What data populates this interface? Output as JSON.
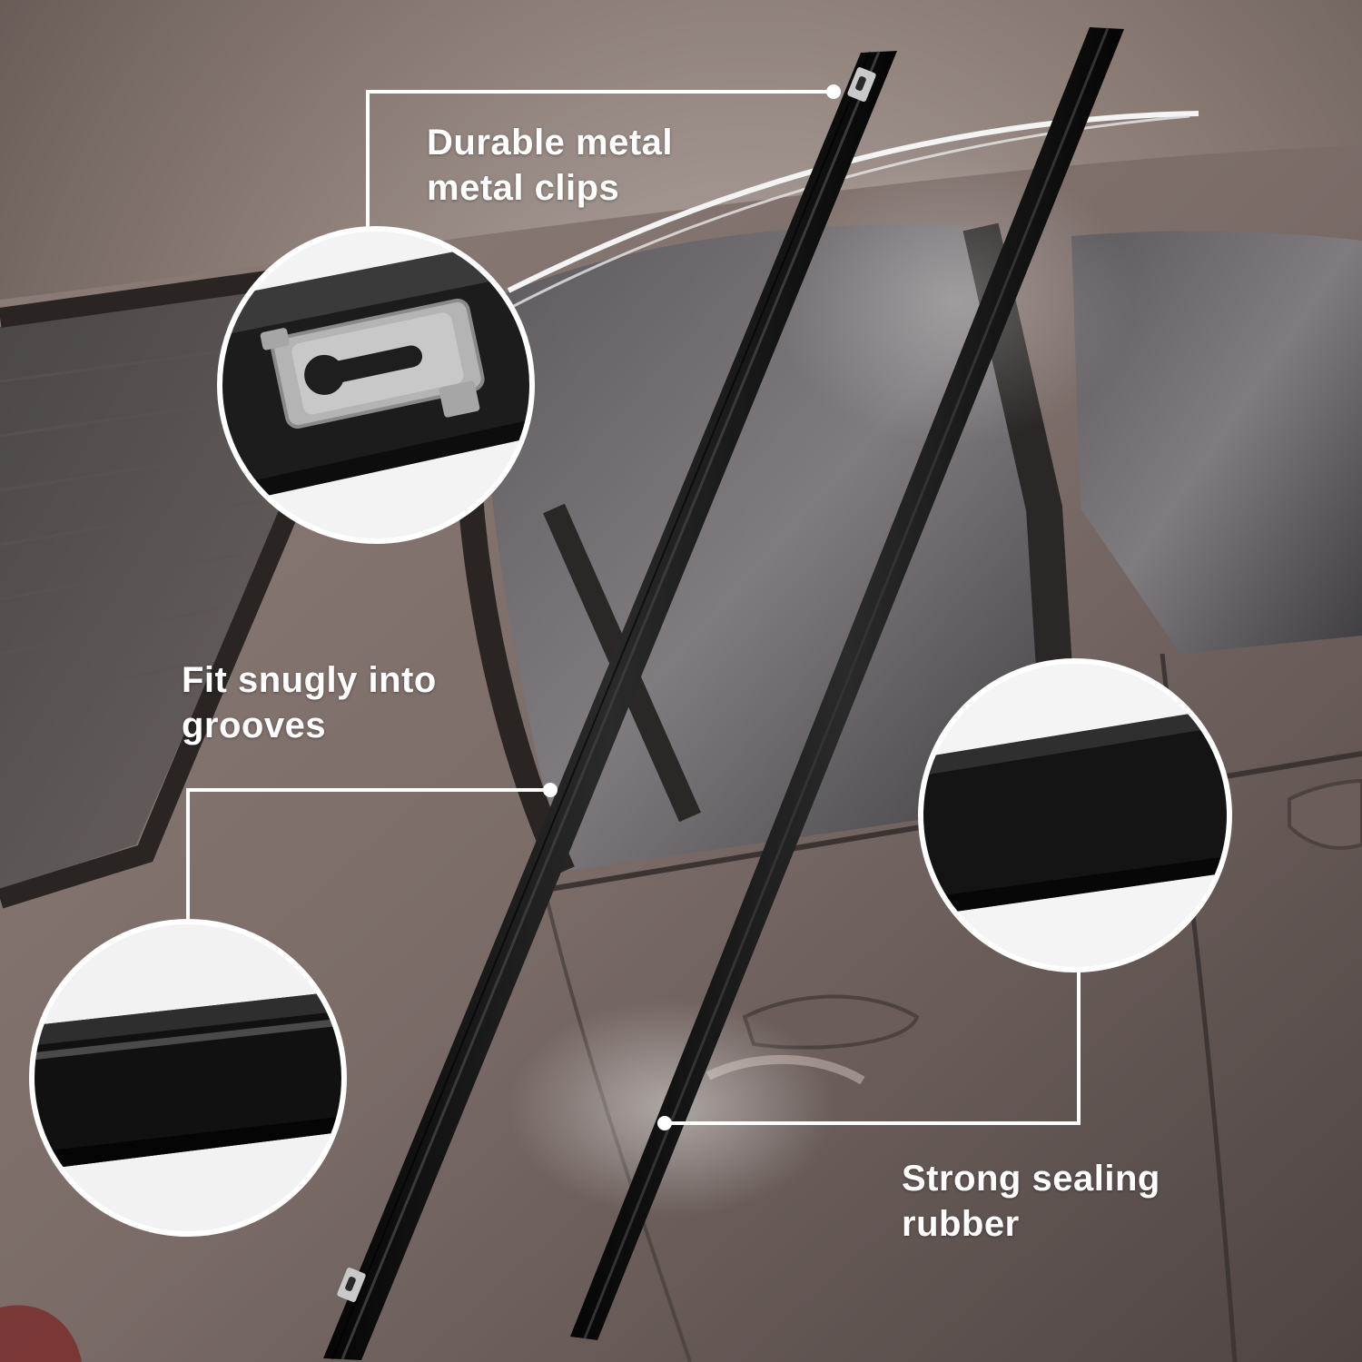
{
  "features": {
    "clips": {
      "line1": "Durable metal",
      "line2": "metal clips"
    },
    "grooves": {
      "line1": "Fit snugly into",
      "line2": "grooves"
    },
    "sealing": {
      "line1": "Strong sealing",
      "line2": "rubber"
    }
  },
  "colors": {
    "car_body": "#7a6b68",
    "glass": "#4f4f55",
    "strip": "#151515",
    "callout": "#ffffff",
    "clip_metal": "#b8b8b8"
  }
}
